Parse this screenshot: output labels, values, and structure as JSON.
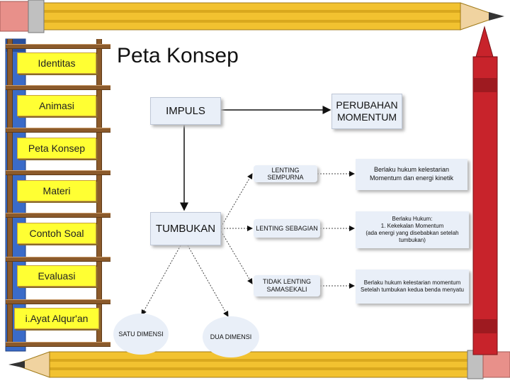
{
  "title": "Peta Konsep",
  "nav": {
    "identitas": "Identitas",
    "animasi": "Animasi",
    "peta_konsep": "Peta Konsep",
    "materi": "Materi",
    "contoh_soal": "Contoh Soal",
    "evaluasi": "Evaluasi",
    "ayat": "i.Ayat Alqur'an"
  },
  "diagram": {
    "impuls": "IMPULS",
    "perubahan_momentum_line1": "PERUBAHAN",
    "perubahan_momentum_line2": "MOMENTUM",
    "tumbukan": "TUMBUKAN",
    "lenting_sempurna": "LENTING SEMPURNA",
    "lenting_sebagian": "LENTING SEBAGIAN",
    "tidak_lenting_line1": "TIDAK LENTING",
    "tidak_lenting_line2": "SAMASEKALI",
    "desc1_line1": "Berlaku hukum kelestarian",
    "desc1_line2": "Momentum dan energi kinetik",
    "desc2_line1": "Berlaku Hukum:",
    "desc2_line2": "1. Kekekalan Momentum",
    "desc2_line3": "(ada energi yang disebabkan setelah",
    "desc2_line4": "tumbukan)",
    "desc3_line1": "Berlaku hukum kelestarian momentum",
    "desc3_line2": "Setelah tumbukan kedua benda menyatu",
    "satu_dimensi": "SATU DIMENSI",
    "dua_dimensi": "DUA DIMENSI"
  },
  "colors": {
    "nav_bg": "#ffff33",
    "ladder": "#8b5a2b",
    "pencil_yellow": "#f2c230",
    "crayon_red": "#c8232b",
    "box_bg": "#e9eff8"
  },
  "icons": [
    "pencil-top-icon",
    "pencil-bottom-icon",
    "crayon-left-icon",
    "crayon-right-icon"
  ]
}
